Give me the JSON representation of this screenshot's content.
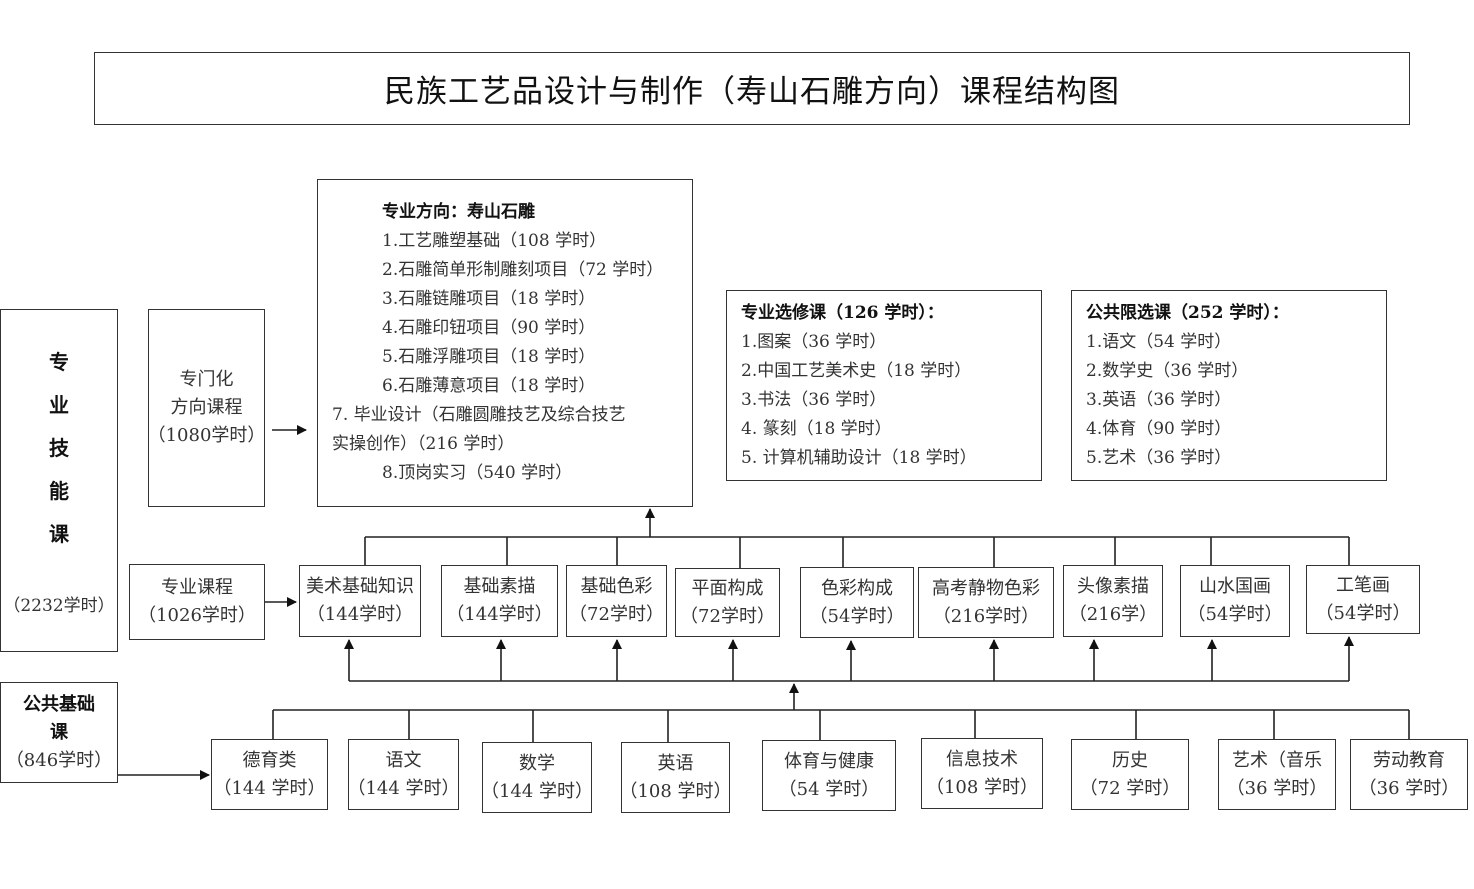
{
  "title": "民族工艺品设计与制作（寿山石雕方向）课程结构图",
  "skill_group": {
    "chars": [
      "专",
      "业",
      "技",
      "能",
      "课"
    ],
    "hours": "（2232学时）"
  },
  "public_group": {
    "line1": "公共基础",
    "line2": "课",
    "hours": "（846学时）"
  },
  "specialized": {
    "line1": "专门化",
    "line2": "方向课程",
    "hours": "（1080学时）"
  },
  "major_courses": {
    "line1": "专业课程",
    "hours": "（1026学时）"
  },
  "direction": {
    "header": "专业方向：寿山石雕",
    "items": [
      "1.工艺雕塑基础（108 学时）",
      "2.石雕简单形制雕刻项目（72 学时）",
      "3.石雕链雕项目（18 学时）",
      "4.石雕印钮项目（90 学时）",
      "5.石雕浮雕项目（18 学时）",
      "6.石雕薄意项目（18 学时）",
      "7.  毕业设计（石雕圆雕技艺及综合技艺",
      "实操创作）（216 学时）",
      "8.顶岗实习（540 学时）"
    ]
  },
  "elective": {
    "header": "专业选修课（126 学时）：",
    "items": [
      "1.图案（36 学时）",
      "2.中国工艺美术史（18 学时）",
      "3.书法（36 学时）",
      "4.  篆刻（18 学时）",
      "5.  计算机辅助设计（18 学时）"
    ]
  },
  "public_elective": {
    "header": "公共限选课（252 学时）：",
    "items": [
      "1.语文（54 学时）",
      "2.数学史（36 学时）",
      "3.英语（36 学时）",
      "4.体育（90 学时）",
      "5.艺术（36 学时）"
    ]
  },
  "row_major": [
    {
      "name": "美术基础知识",
      "hours": "（144学时）"
    },
    {
      "name": "基础素描",
      "hours": "（144学时）"
    },
    {
      "name": "基础色彩",
      "hours": "（72学时）"
    },
    {
      "name": "平面构成",
      "hours": "（72学时）"
    },
    {
      "name": "色彩构成",
      "hours": "（54学时）"
    },
    {
      "name": "高考静物色彩",
      "hours": "（216学时）"
    },
    {
      "name": "头像素描",
      "hours": "（216学）"
    },
    {
      "name": "山水国画",
      "hours": "（54学时）"
    },
    {
      "name": "工笔画",
      "hours": "（54学时）"
    }
  ],
  "row_public": [
    {
      "name": "德育类",
      "hours": "（144 学时）"
    },
    {
      "name": "语文",
      "hours": "（144 学时）"
    },
    {
      "name": "数学",
      "hours": "（144 学时）"
    },
    {
      "name": "英语",
      "hours": "（108 学时）"
    },
    {
      "name": "体育与健康",
      "hours": "（54 学时）"
    },
    {
      "name": "信息技术",
      "hours": "（108 学时）"
    },
    {
      "name": "历史",
      "hours": "（72 学时）"
    },
    {
      "name": "艺术（音乐",
      "hours": "（36 学时）"
    },
    {
      "name": "劳动教育",
      "hours": "（36 学时）"
    }
  ]
}
